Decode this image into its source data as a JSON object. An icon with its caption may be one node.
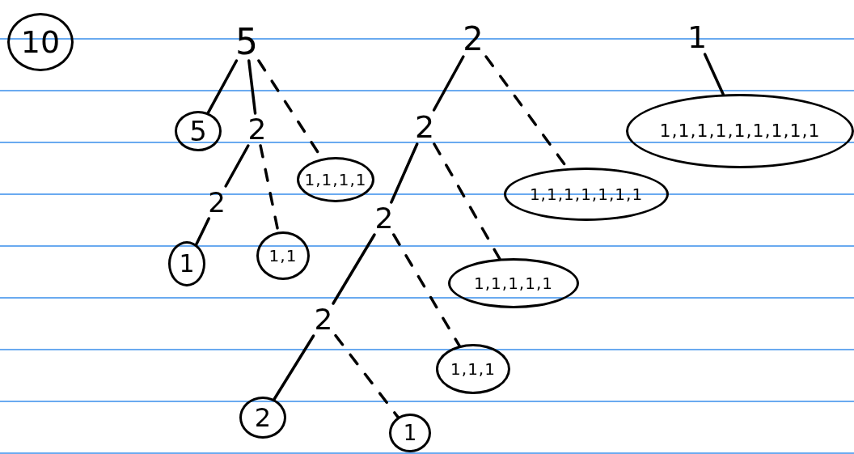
{
  "diagram": {
    "nodes": [
      {
        "text": [
          "10"
        ]
      },
      {
        "text": [
          "5"
        ]
      },
      {
        "text": [
          "5"
        ]
      },
      {
        "text": [
          "2"
        ]
      },
      {
        "text": [
          "1,1,1,1"
        ]
      },
      {
        "text": [
          "2"
        ]
      },
      {
        "text": [
          "1,1"
        ]
      },
      {
        "text": [
          "1"
        ]
      },
      {
        "text": [
          "2"
        ]
      },
      {
        "text": [
          "2"
        ]
      },
      {
        "text": [
          "1,1,1,1,1,1,1"
        ]
      },
      {
        "text": [
          "2"
        ]
      },
      {
        "text": [
          "1,1,1,1,1"
        ]
      },
      {
        "text": [
          "2"
        ]
      },
      {
        "text": [
          "1,1,1"
        ]
      },
      {
        "text": [
          "2"
        ]
      },
      {
        "text": [
          "1"
        ]
      },
      {
        "text": [
          "1"
        ]
      },
      {
        "text": [
          "1,1,1,1,1,1,1,1,1"
        ]
      }
    ],
    "edges": [
      {
        "from": 1,
        "to": 2,
        "arrow": "none"
      },
      {
        "from": 1,
        "to": 3,
        "arrow": "none"
      },
      {
        "from": 1,
        "to": 4,
        "arrow": "none",
        "style": "dashed"
      },
      {
        "from": 3,
        "to": 5,
        "arrow": "none"
      },
      {
        "from": 3,
        "to": 6,
        "arrow": "none",
        "style": "dashed"
      },
      {
        "from": 5,
        "to": 7,
        "arrow": "none"
      },
      {
        "from": 8,
        "to": 9,
        "arrow": "none"
      },
      {
        "from": 8,
        "to": 10,
        "arrow": "none",
        "style": "dashed"
      },
      {
        "from": 9,
        "to": 11,
        "arrow": "none"
      },
      {
        "from": 9,
        "to": 12,
        "arrow": "none",
        "style": "dashed"
      },
      {
        "from": 11,
        "to": 13,
        "arrow": "none"
      },
      {
        "from": 11,
        "to": 14,
        "arrow": "none",
        "style": "dashed"
      },
      {
        "from": 13,
        "to": 15,
        "arrow": "none"
      },
      {
        "from": 13,
        "to": 16,
        "arrow": "none",
        "style": "dashed"
      },
      {
        "from": 17,
        "to": 18,
        "arrow": "none"
      }
    ]
  }
}
